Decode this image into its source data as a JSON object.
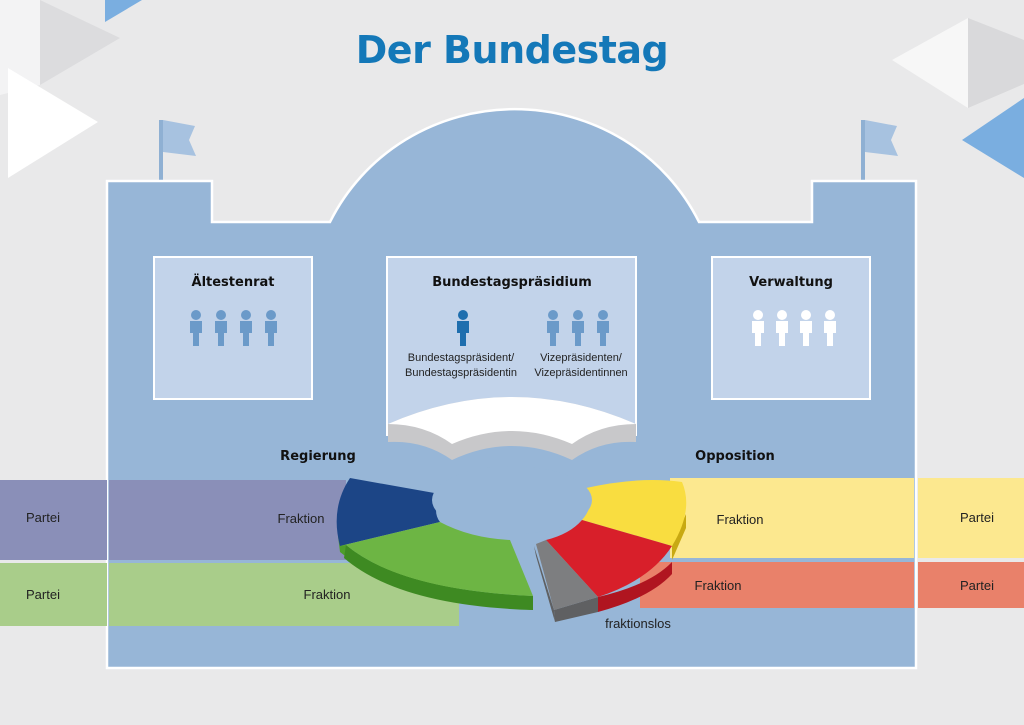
{
  "title": "Der Bundestag",
  "boxes": {
    "aeltestenrat": "Ältestenrat",
    "praesidium": "Bundestagspräsidium",
    "verwaltung": "Verwaltung"
  },
  "praesidium": {
    "president_line1": "Bundestagspräsident/",
    "president_line2": "Bundestagspräsidentin",
    "vice_line1": "Vizepräsidenten/",
    "vice_line2": "Vizepräsidentinnen"
  },
  "sides": {
    "regierung": "Regierung",
    "opposition": "Opposition"
  },
  "bands": {
    "left_top_partei": "Partei",
    "left_top_fraktion": "Fraktion",
    "left_bottom_partei": "Partei",
    "left_bottom_fraktion": "Fraktion",
    "right_top_fraktion": "Fraktion",
    "right_top_partei": "Partei",
    "right_bottom_fraktion": "Fraktion",
    "right_bottom_partei": "Partei",
    "fraktionslos": "fraktionslos"
  },
  "colors": {
    "title": "#1478b8",
    "building": "#97b6d7",
    "inner_box": "#c2d3ea",
    "person": "#6b9ac9",
    "person_president": "#1e6eae",
    "person_admin": "#ffffff",
    "band_purple": "#8a8fb8",
    "band_green": "#a9cd8a",
    "band_yellow": "#fce88f",
    "band_red": "#e9816a",
    "seg_blue": "#1c4586",
    "seg_green": "#6db544",
    "seg_yellow": "#f9dd40",
    "seg_red": "#d81f2a",
    "seg_gray": "#7d7e80"
  }
}
